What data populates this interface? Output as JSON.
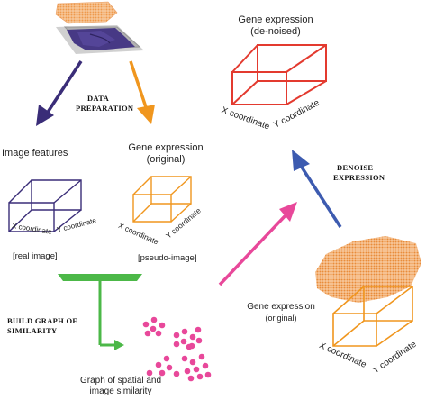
{
  "labels": {
    "data_prep": [
      "DATA",
      "PREPARATION"
    ],
    "image_features": "Image features",
    "gene_expr_original_top": [
      "Gene expression",
      "(original)"
    ],
    "real_image": "[real image]",
    "pseudo_image": "[pseudo-image]",
    "gene_expr_denoised": [
      "Gene expression",
      "(de-noised)"
    ],
    "denoise_expression": [
      "DENOISE",
      "EXPRESSION"
    ],
    "build_graph": [
      "BUILD GRAPH OF",
      "SIMILARITY"
    ],
    "gene_expr_original_bottom": [
      "Gene expression",
      "(original)"
    ],
    "graph_caption": [
      "Graph of spatial and",
      "image similarity"
    ],
    "x_coordinate": "X coordinate",
    "y_coordinate": "Y coordinate"
  },
  "colors": {
    "navy": "#3a2d78",
    "orange": "#f0961e",
    "red": "#e33a2f",
    "green": "#4cb848",
    "pink": "#e8489a",
    "blue": "#3d5bb0",
    "tissue_orange": "#f2b27a",
    "tissue_purple": "#4b3b8c",
    "slide_gray": "#9a9a9a"
  },
  "icons": [
    "tissue-slide-icon",
    "tissue-orange-layer-icon",
    "graph-clusters-icon"
  ]
}
